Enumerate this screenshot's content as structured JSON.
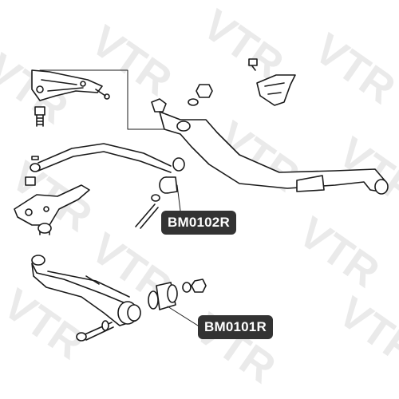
{
  "watermark": {
    "text": "VTR",
    "color": "#e6e6e6"
  },
  "colors": {
    "line": "#1a1a1a",
    "label_bg": "#333333",
    "label_text": "#ffffff"
  },
  "parts": [
    {
      "id": "upper",
      "code": "BM0102R"
    },
    {
      "id": "lower",
      "code": "BM0101R"
    }
  ]
}
